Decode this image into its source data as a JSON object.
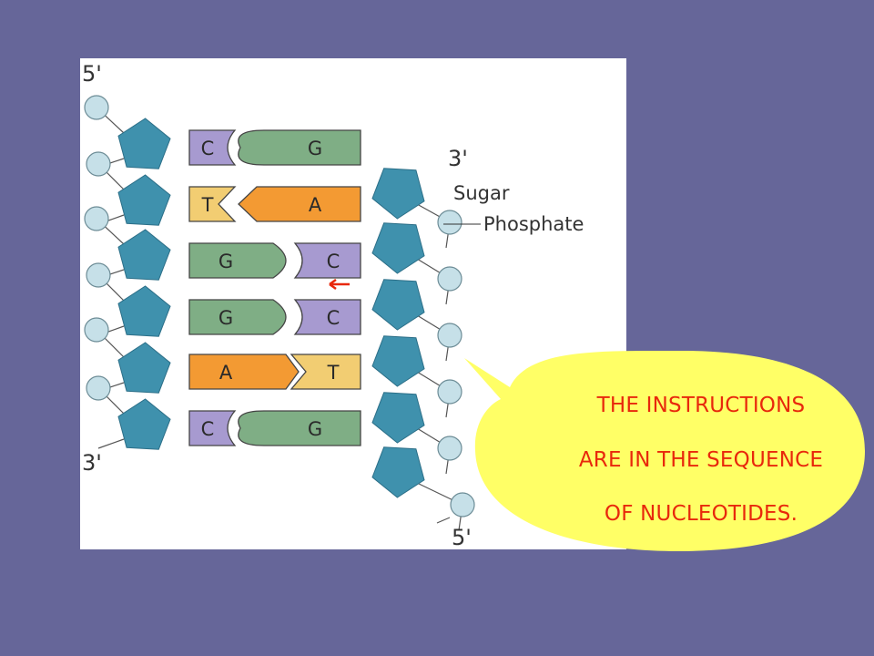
{
  "diagram": {
    "labels": {
      "top_left": "5'",
      "bottom_left": "3'",
      "top_right": "3'",
      "bottom_right": "5'",
      "sugar": "Sugar",
      "phosphate": "Phosphate"
    },
    "base_pairs": [
      {
        "left": "C",
        "right": "G"
      },
      {
        "left": "T",
        "right": "A"
      },
      {
        "left": "G",
        "right": "C"
      },
      {
        "left": "G",
        "right": "C"
      },
      {
        "left": "A",
        "right": "T"
      },
      {
        "left": "C",
        "right": "G"
      }
    ],
    "colors": {
      "C": "#a79ad0",
      "G": "#7fae85",
      "T": "#f2cd72",
      "A": "#f39a33",
      "sugar": "#3f91ad",
      "phosphate": "#c6e0e8"
    }
  },
  "callout": {
    "lines": [
      "THE INSTRUCTIONS",
      "ARE IN THE SEQUENCE",
      "OF NUCLEOTIDES."
    ],
    "fill": "#ffff66",
    "text_color": "#e8280c"
  }
}
